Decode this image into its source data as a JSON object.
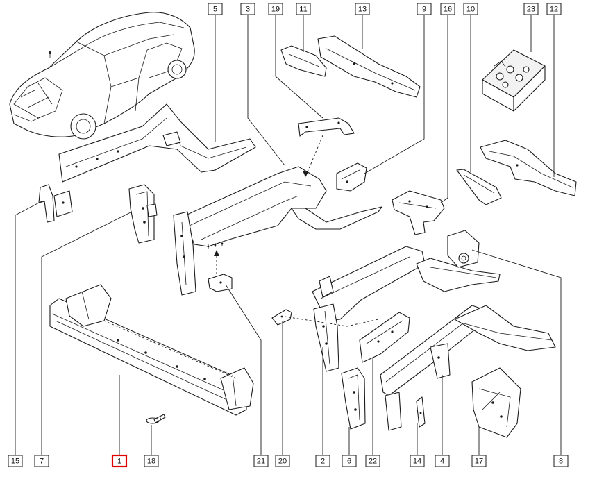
{
  "callouts": [
    {
      "id": "5",
      "highlighted": false
    },
    {
      "id": "3",
      "highlighted": false
    },
    {
      "id": "19",
      "highlighted": false
    },
    {
      "id": "11",
      "highlighted": false
    },
    {
      "id": "13",
      "highlighted": false
    },
    {
      "id": "9",
      "highlighted": false
    },
    {
      "id": "16",
      "highlighted": false
    },
    {
      "id": "10",
      "highlighted": false
    },
    {
      "id": "23",
      "highlighted": false
    },
    {
      "id": "12",
      "highlighted": false
    },
    {
      "id": "15",
      "highlighted": false
    },
    {
      "id": "7",
      "highlighted": false
    },
    {
      "id": "1",
      "highlighted": true
    },
    {
      "id": "18",
      "highlighted": false
    },
    {
      "id": "21",
      "highlighted": false
    },
    {
      "id": "20",
      "highlighted": false
    },
    {
      "id": "2",
      "highlighted": false
    },
    {
      "id": "6",
      "highlighted": false
    },
    {
      "id": "22",
      "highlighted": false
    },
    {
      "id": "14",
      "highlighted": false
    },
    {
      "id": "4",
      "highlighted": false
    },
    {
      "id": "17",
      "highlighted": false
    },
    {
      "id": "8",
      "highlighted": false
    }
  ],
  "colors": {
    "line": "#1a1a1a",
    "highlight": "#e00000",
    "background": "#ffffff"
  }
}
